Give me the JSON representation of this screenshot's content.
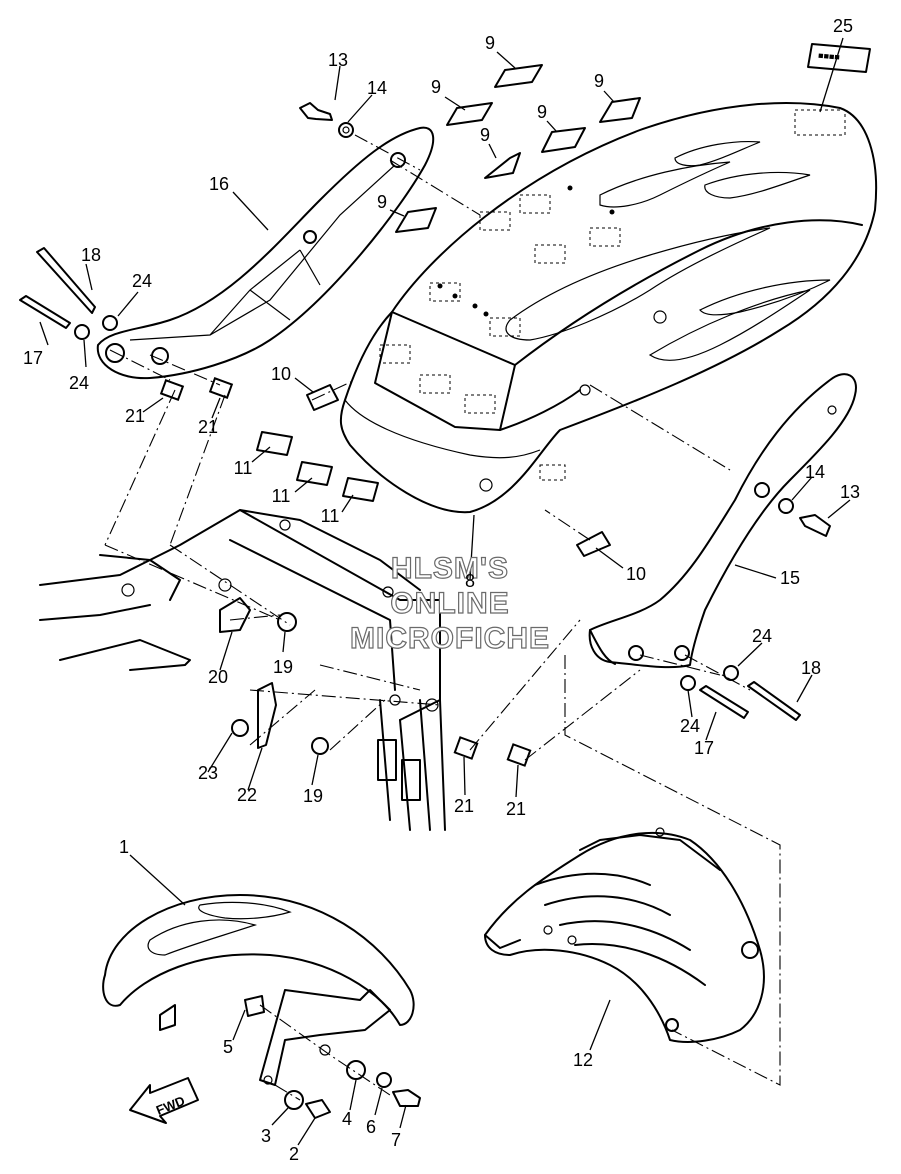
{
  "watermark": {
    "line1": "HLSM'S",
    "line2": "ONLINE",
    "line3": "MICROFICHE"
  },
  "direction_label": "FWD",
  "callouts": [
    {
      "id": "c25",
      "label": "25"
    },
    {
      "id": "c13a",
      "label": "13"
    },
    {
      "id": "c14a",
      "label": "14"
    },
    {
      "id": "c16",
      "label": "16"
    },
    {
      "id": "c18a",
      "label": "18"
    },
    {
      "id": "c24a",
      "label": "24"
    },
    {
      "id": "c17a",
      "label": "17"
    },
    {
      "id": "c24b",
      "label": "24"
    },
    {
      "id": "c21a",
      "label": "21"
    },
    {
      "id": "c21b",
      "label": "21"
    },
    {
      "id": "c9a",
      "label": "9"
    },
    {
      "id": "c9b",
      "label": "9"
    },
    {
      "id": "c9c",
      "label": "9"
    },
    {
      "id": "c9d",
      "label": "9"
    },
    {
      "id": "c9e",
      "label": "9"
    },
    {
      "id": "c9f",
      "label": "9"
    },
    {
      "id": "c10a",
      "label": "10"
    },
    {
      "id": "c11a",
      "label": "11"
    },
    {
      "id": "c11b",
      "label": "11"
    },
    {
      "id": "c11c",
      "label": "11"
    },
    {
      "id": "c8",
      "label": "8"
    },
    {
      "id": "c10b",
      "label": "10"
    },
    {
      "id": "c14b",
      "label": "14"
    },
    {
      "id": "c13b",
      "label": "13"
    },
    {
      "id": "c15",
      "label": "15"
    },
    {
      "id": "c20",
      "label": "20"
    },
    {
      "id": "c19a",
      "label": "19"
    },
    {
      "id": "c24c",
      "label": "24"
    },
    {
      "id": "c18b",
      "label": "18"
    },
    {
      "id": "c24d",
      "label": "24"
    },
    {
      "id": "c17b",
      "label": "17"
    },
    {
      "id": "c23",
      "label": "23"
    },
    {
      "id": "c22",
      "label": "22"
    },
    {
      "id": "c19b",
      "label": "19"
    },
    {
      "id": "c21c",
      "label": "21"
    },
    {
      "id": "c21d",
      "label": "21"
    },
    {
      "id": "c1",
      "label": "1"
    },
    {
      "id": "c12",
      "label": "12"
    },
    {
      "id": "c5",
      "label": "5"
    },
    {
      "id": "c4",
      "label": "4"
    },
    {
      "id": "c6",
      "label": "6"
    },
    {
      "id": "c7",
      "label": "7"
    },
    {
      "id": "c3",
      "label": "3"
    },
    {
      "id": "c2",
      "label": "2"
    }
  ]
}
